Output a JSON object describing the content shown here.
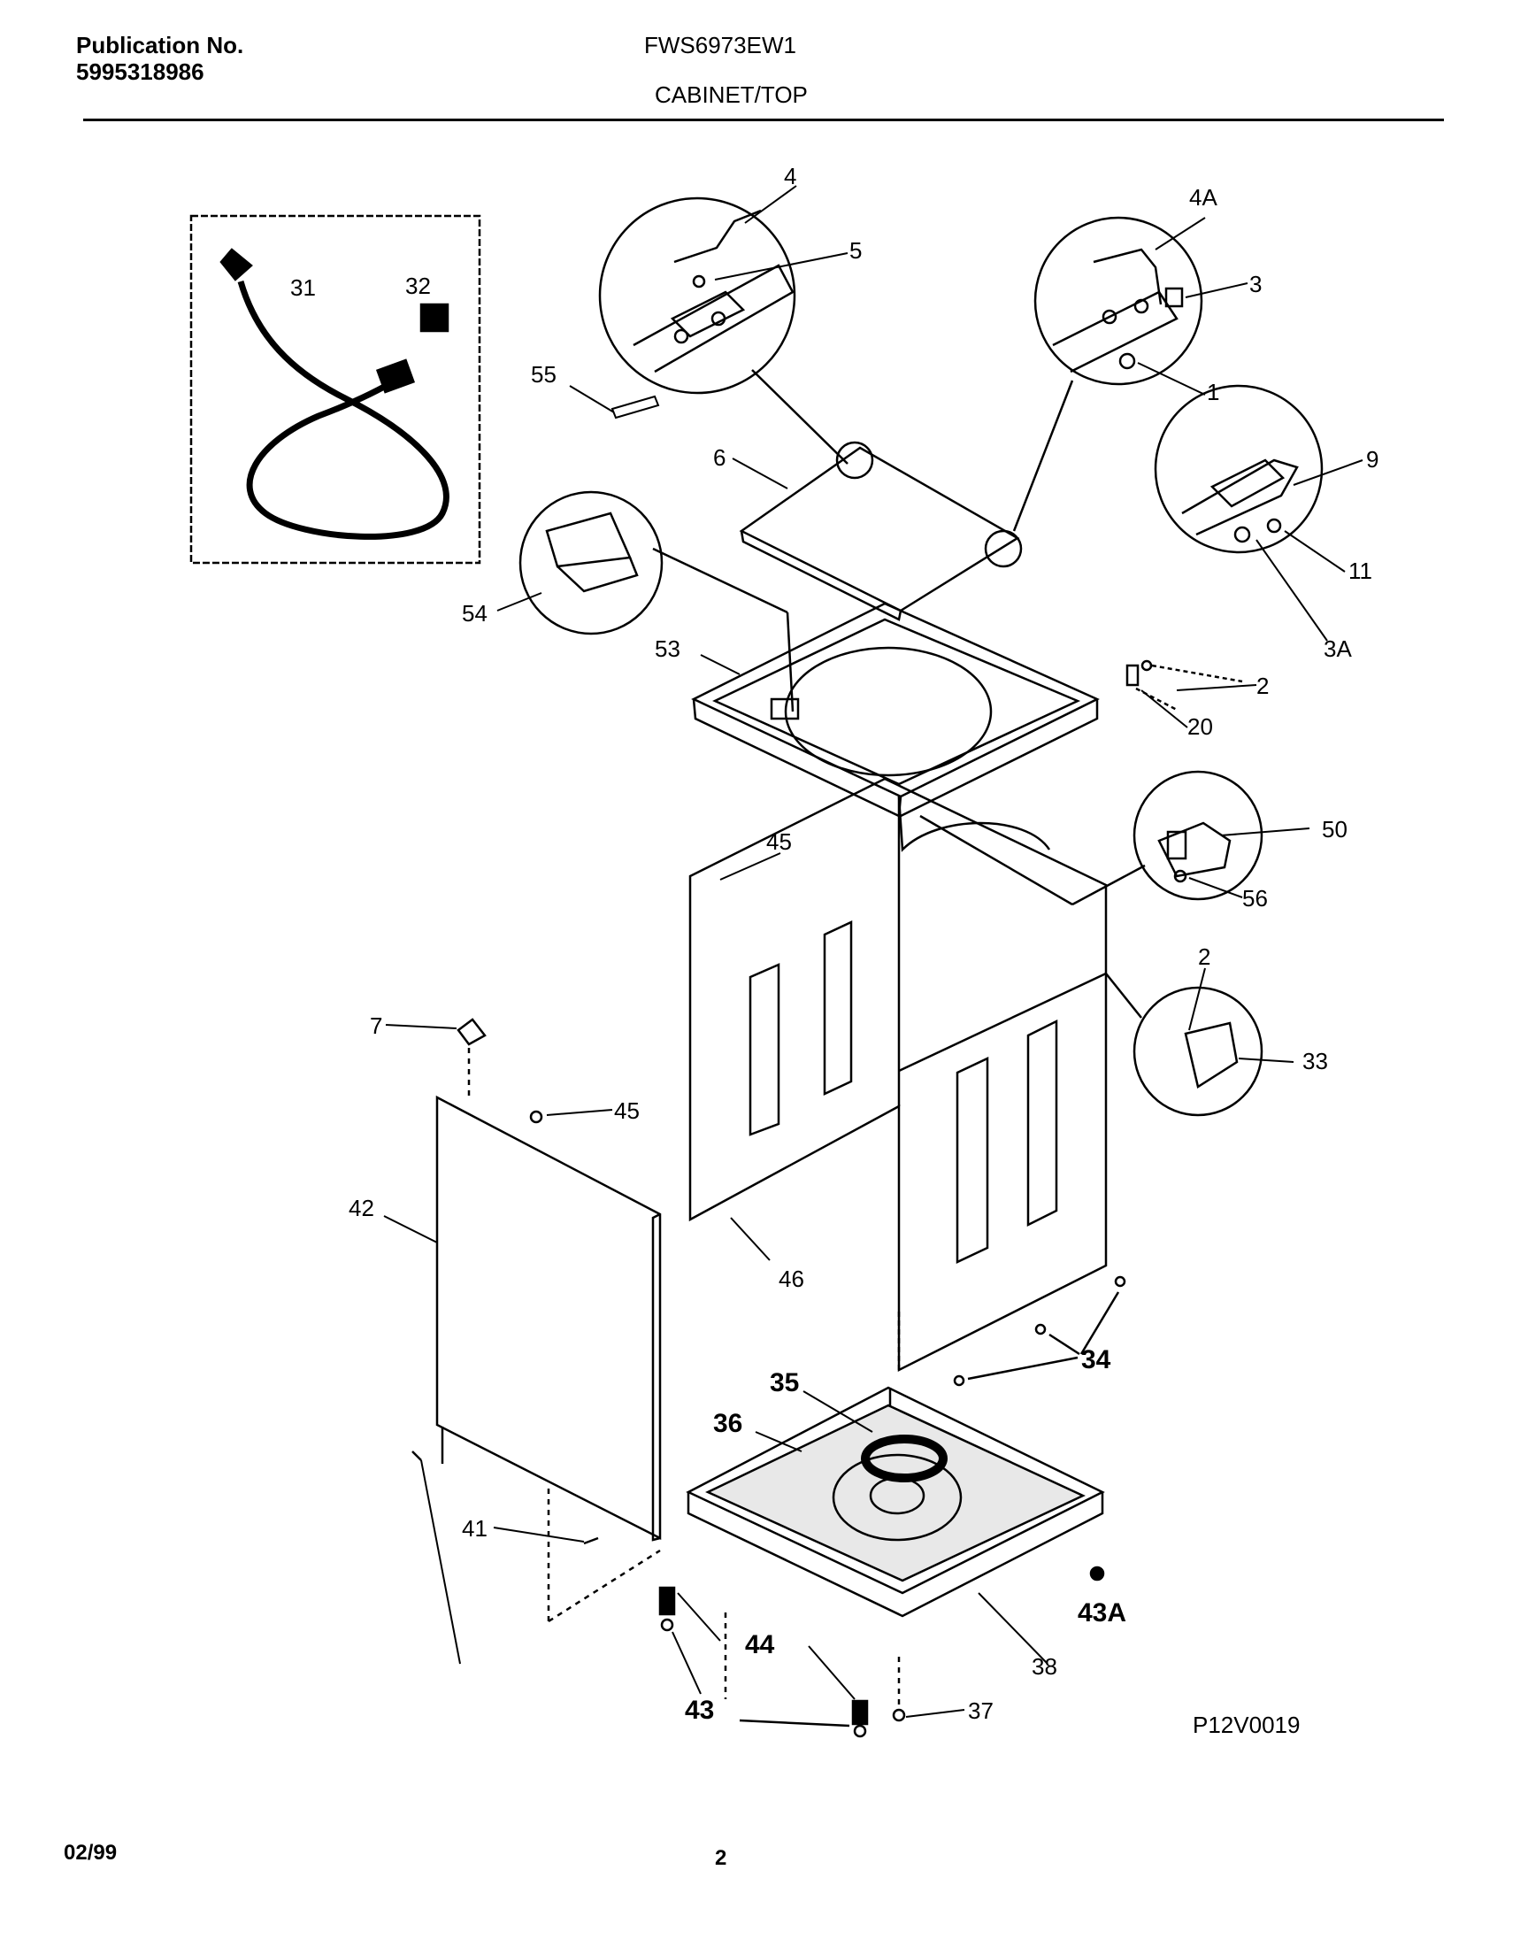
{
  "header": {
    "publication_label": "Publication No.",
    "publication_number": "5995318986",
    "model": "FWS6973EW1",
    "section_title": "CABINET/TOP"
  },
  "callouts": {
    "c1": "1",
    "c2": "2",
    "c2b": "2",
    "c3": "3",
    "c3A": "3A",
    "c4": "4",
    "c4A": "4A",
    "c5": "5",
    "c6": "6",
    "c7": "7",
    "c9": "9",
    "c11": "11",
    "c20": "20",
    "c31": "31",
    "c32": "32",
    "c33": "33",
    "c34": "34",
    "c35": "35",
    "c36": "36",
    "c37": "37",
    "c38": "38",
    "c41": "41",
    "c42": "42",
    "c43": "43",
    "c43A": "43A",
    "c44": "44",
    "c45": "45",
    "c45b": "45",
    "c46": "46",
    "c50": "50",
    "c53": "53",
    "c54": "54",
    "c55": "55",
    "c56": "56"
  },
  "figure_id": "P12V0019",
  "footer": {
    "date": "02/99",
    "page_number": "2"
  }
}
